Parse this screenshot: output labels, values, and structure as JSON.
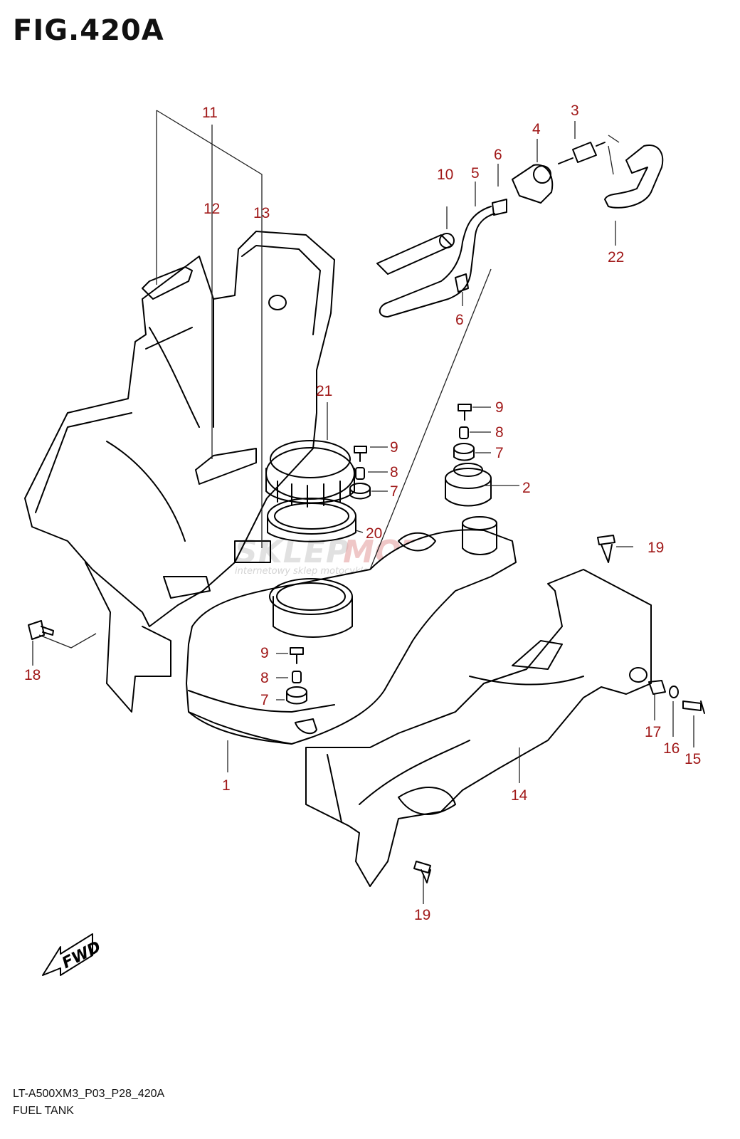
{
  "title": "FIG.420A",
  "footer": {
    "code": "LT-A500XM3_P03_P28_420A",
    "name": "FUEL TANK"
  },
  "watermark": {
    "brand_left": "SKLEP",
    "brand_right": "MOTO.PL",
    "tagline": "internetowy sklep motocyklowy"
  },
  "direction_arrow": "FWD",
  "callout_color": "#a01818",
  "callouts": {
    "c1": "1",
    "c2": "2",
    "c3": "3",
    "c4": "4",
    "c5": "5",
    "c6a": "6",
    "c6b": "6",
    "c7a": "7",
    "c7b": "7",
    "c7c": "7",
    "c8a": "8",
    "c8b": "8",
    "c8c": "8",
    "c9a": "9",
    "c9b": "9",
    "c9c": "9",
    "c10": "10",
    "c11": "11",
    "c12": "12",
    "c13": "13",
    "c14": "14",
    "c15": "15",
    "c16": "16",
    "c17": "17",
    "c18": "18",
    "c19a": "19",
    "c19b": "19",
    "c20": "20",
    "c21": "21",
    "c22": "22"
  }
}
